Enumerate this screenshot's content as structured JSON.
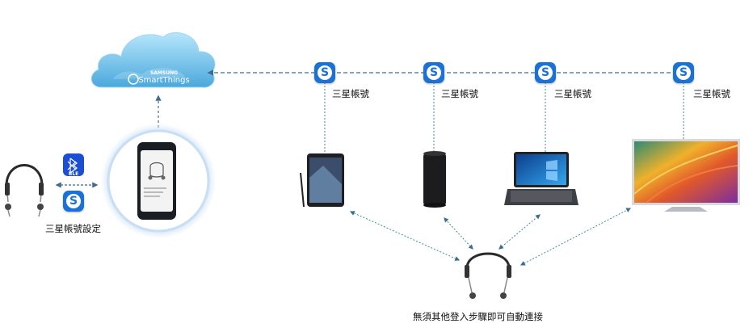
{
  "cloud": {
    "brand_line1": "SAMSUNG",
    "brand_line2": "SmartThings",
    "color_light": "#8fd2f2",
    "color_dark": "#3a9fd8"
  },
  "phone_label": "三星帳號設定",
  "ble_badge": "BLE",
  "account_badge_glyph": "S",
  "account_labels": [
    "三星帳號",
    "三星帳號",
    "三星帳號",
    "三星帳號"
  ],
  "devices": [
    "tablet",
    "speaker",
    "laptop",
    "tv"
  ],
  "bottom_caption": "無須其他登入步驟即可自動連接",
  "colors": {
    "connector": "#3c6d8f",
    "badge_blue": "#1a72d8",
    "glow": "#bcd8f2"
  }
}
